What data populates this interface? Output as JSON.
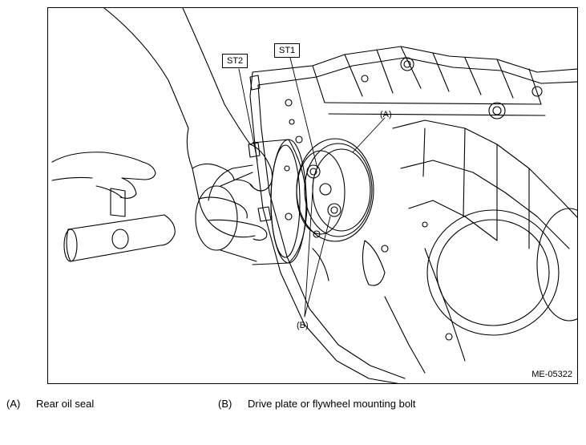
{
  "figure": {
    "callouts": {
      "st2": "ST2",
      "st1": "ST1",
      "a": "(A)",
      "b": "(B)"
    },
    "figure_id": "ME-05322"
  },
  "legend": [
    {
      "key": "(A)",
      "text": "Rear oil seal"
    },
    {
      "key": "(B)",
      "text": "Drive plate or flywheel mounting bolt"
    }
  ]
}
